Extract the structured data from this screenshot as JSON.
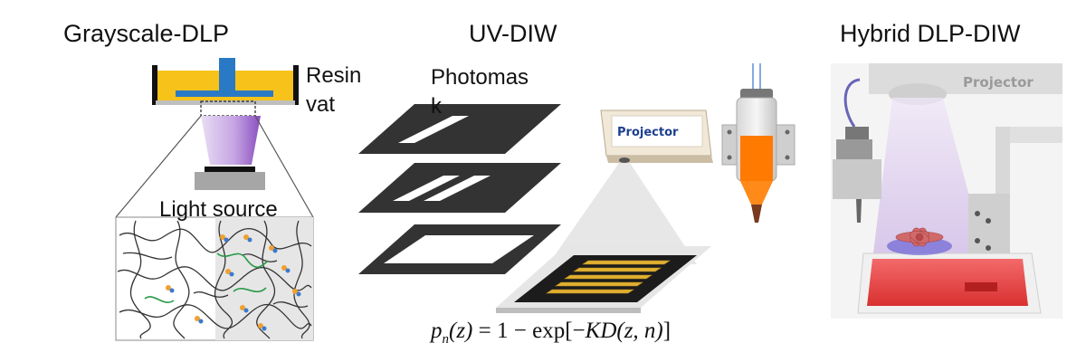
{
  "panels": {
    "grayscale_dlp": {
      "title": "Grayscale-DLP",
      "resin_vat_label": [
        "Resin",
        "vat"
      ],
      "light_source_label": "Light source"
    },
    "uv_diw": {
      "title": "UV-DIW",
      "photomask_label": [
        "Photomas",
        "k"
      ],
      "projector_label": "Projector",
      "formula": {
        "lhs_var": "p",
        "lhs_sub": "n",
        "lhs_arg": "(z)",
        "rhs_one": " = 1 − ",
        "rhs_fn": "exp",
        "rhs_open": "[−",
        "rhs_var": "KD",
        "rhs_args": "(z, n)",
        "rhs_close": "]"
      }
    },
    "hybrid_dlp_diw": {
      "title": "Hybrid DLP-DIW",
      "projector_label": "Projector"
    }
  },
  "colors": {
    "resin_yellow": "#f7c21a",
    "plate_blue": "#2a79c4",
    "light_purple": "#9a62c8",
    "mask_dark": "#333333",
    "ink_orange": "#ff7a00",
    "trace_gold": "#e0b030",
    "bed_red": "#e23a3a"
  }
}
